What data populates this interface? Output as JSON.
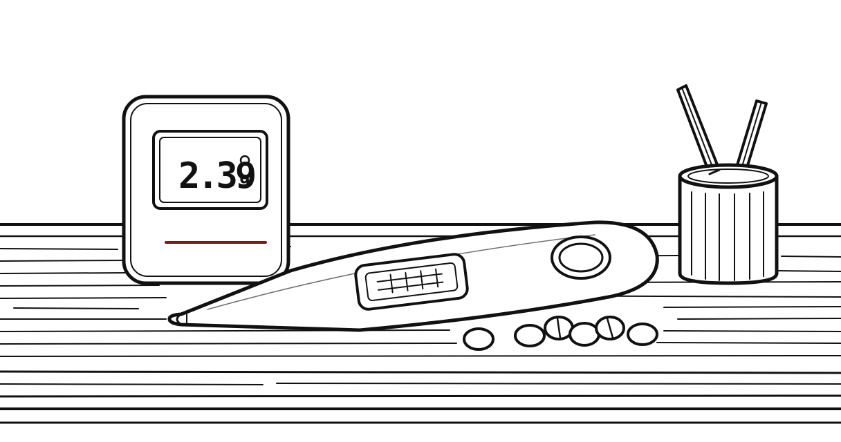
{
  "scene": {
    "style": "black-and-white line drawing",
    "background_color": "#ffffff",
    "ink_color": "#111111"
  },
  "desk_clock": {
    "display_digits": "2.39",
    "display_suffix": "9",
    "indicator_color": "#7a1a1a"
  },
  "icons": {
    "desk_clock": "digital-clock-icon",
    "thermometer": "digital-thermometer-icon",
    "pencil_cup": "pencil-cup-icon",
    "pills": "pill-icon"
  }
}
